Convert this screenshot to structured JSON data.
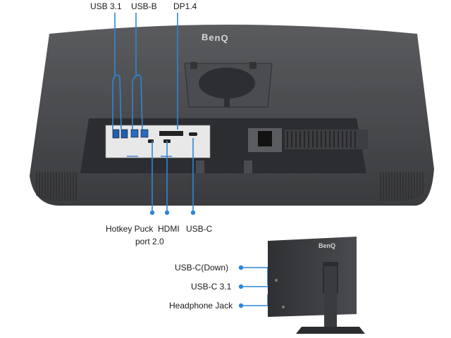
{
  "brand": "BenQ",
  "top_labels": {
    "usb31": "USB 3.1",
    "usbb": "USB-B",
    "dp": "DP1.4"
  },
  "bottom_labels": {
    "hotkey_line1": "Hotkey Puck",
    "hotkey_line2": "port 2.0",
    "hdmi": "HDMI",
    "usbc": "USB-C"
  },
  "side_labels": {
    "usbc_down": "USB-C(Down)",
    "usbc31": "USB-C 3.1",
    "headphone": "Headphone Jack"
  },
  "colors": {
    "leader_line": "#2e86d6",
    "monitor_body": "#3d3d3f",
    "background": "#ffffff"
  }
}
